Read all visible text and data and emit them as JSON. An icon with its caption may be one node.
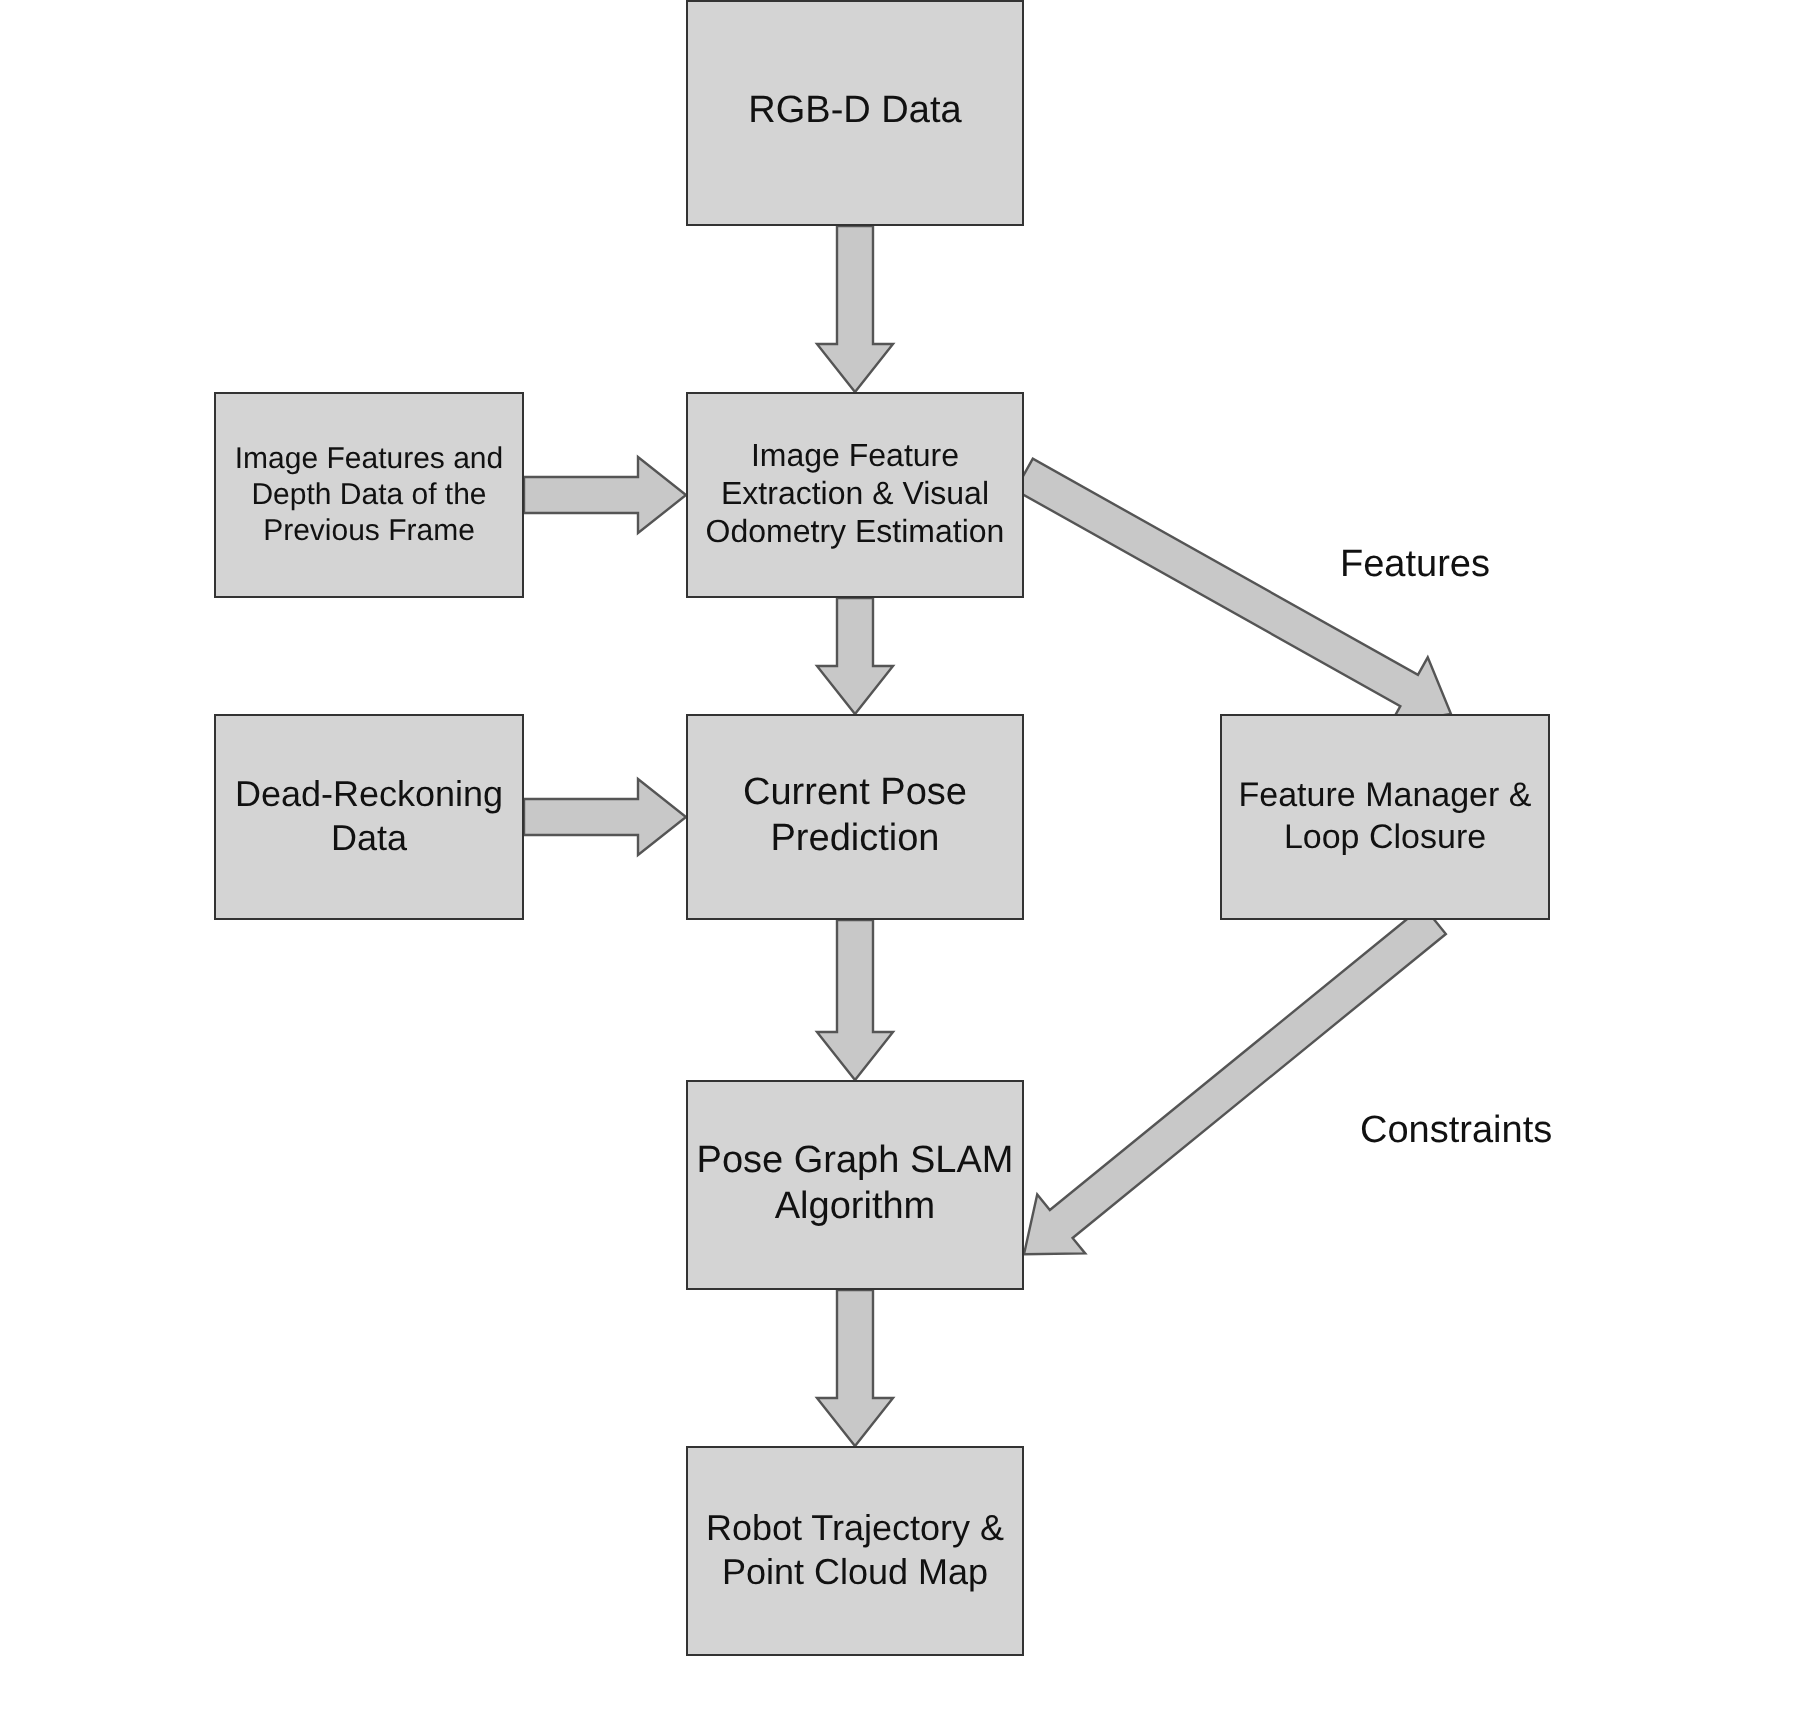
{
  "diagram": {
    "nodes": [
      {
        "text": [
          "RGB-D Data"
        ]
      },
      {
        "text": [
          "Image Features and Depth Data of the Previous Frame"
        ]
      },
      {
        "text": [
          "Image Feature Extraction & Visual Odometry Estimation"
        ]
      },
      {
        "text": [
          "Dead-Reckoning Data"
        ]
      },
      {
        "text": [
          "Current Pose Prediction"
        ]
      },
      {
        "text": [
          "Feature Manager & Loop Closure"
        ]
      },
      {
        "text": [
          "Pose Graph SLAM Algorithm"
        ]
      },
      {
        "text": [
          "Robot Trajectory & Point Cloud Map"
        ]
      }
    ],
    "edges": [
      {
        "from": 0,
        "to": 2,
        "arrow": "to"
      },
      {
        "from": 1,
        "to": 2,
        "arrow": "to"
      },
      {
        "from": 2,
        "to": 4,
        "arrow": "to"
      },
      {
        "from": 3,
        "to": 4,
        "arrow": "to"
      },
      {
        "from": 2,
        "to": 5,
        "arrow": "to",
        "label": "Features"
      },
      {
        "from": 4,
        "to": 6,
        "arrow": "to"
      },
      {
        "from": 5,
        "to": 6,
        "arrow": "to",
        "label": "Constraints"
      },
      {
        "from": 6,
        "to": 7,
        "arrow": "to"
      }
    ]
  }
}
